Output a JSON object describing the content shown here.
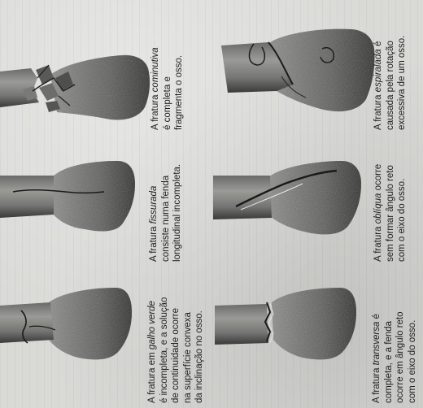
{
  "fractures": [
    {
      "id": "cominutiva",
      "prefix": "A fratura ",
      "term": "cominutiva",
      "lines": [
        "é completa e",
        "fragmenta o osso."
      ]
    },
    {
      "id": "espiralada",
      "prefix": "A fratura ",
      "term": "espiralada",
      "suffix": " é",
      "lines": [
        "causada pela rotação",
        "excessiva de um osso."
      ]
    },
    {
      "id": "fissurada",
      "prefix": "A fratura ",
      "term": "fissurada",
      "lines": [
        "consiste numa fenda",
        "longitudinal incompleta."
      ]
    },
    {
      "id": "obliqua",
      "prefix": "A fratura ",
      "term": "oblíqua",
      "suffix": " ocorre",
      "lines": [
        "sem formar ângulo reto",
        "com o eixo do osso."
      ]
    },
    {
      "id": "galho-verde",
      "prefix": "A fratura em ",
      "term": "galho verde",
      "lines": [
        "é incompleta, e a solução",
        "de continuidade ocorre",
        "na superfície convexa",
        "da inclinação no osso."
      ]
    },
    {
      "id": "transversa",
      "prefix": "A fratura ",
      "term": "transversa",
      "suffix": " é",
      "lines": [
        "completa, e a fenda",
        "ocorre em ângulo reto",
        "com o eixo do osso."
      ]
    }
  ]
}
